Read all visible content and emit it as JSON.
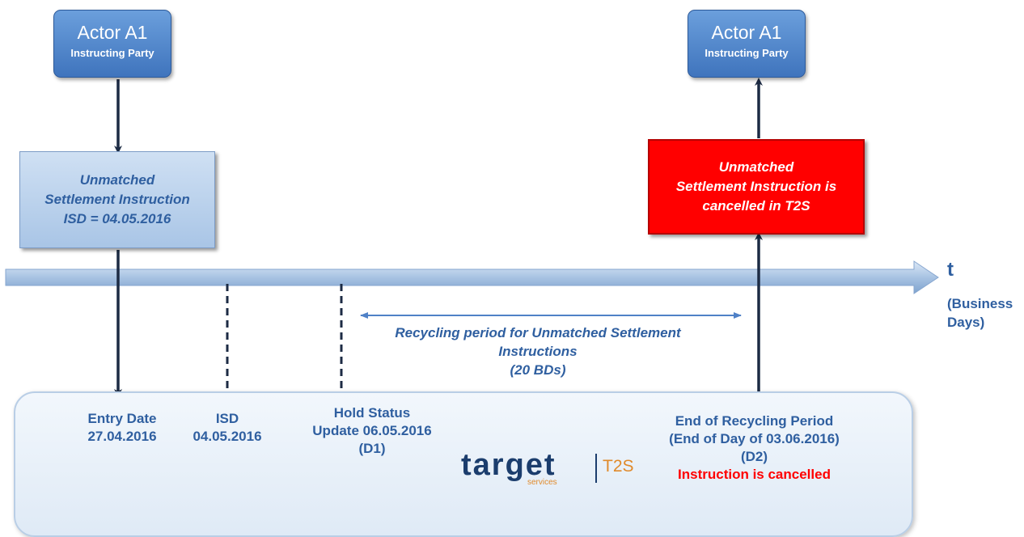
{
  "actor_left": {
    "name": "Actor A1",
    "role": "Instructing Party"
  },
  "actor_right": {
    "name": "Actor A1",
    "role": "Instructing Party"
  },
  "unmatched_box": {
    "lines": [
      "Unmatched",
      "Settlement Instruction",
      "ISD = 04.05.2016"
    ]
  },
  "cancelled_box": {
    "lines": [
      "Unmatched",
      "Settlement Instruction is",
      "cancelled in T2S"
    ]
  },
  "timeline": {
    "axis_label": "t",
    "unit_lines": [
      "(Business",
      "Days)"
    ]
  },
  "recycling": {
    "lines": [
      "Recycling period for Unmatched Settlement",
      "Instructions",
      "(20 BDs)"
    ]
  },
  "events": {
    "entry": [
      "Entry Date",
      "27.04.2016"
    ],
    "isd": [
      "ISD",
      "04.05.2016"
    ],
    "hold": [
      "Hold Status",
      "Update 06.05.2016",
      "(D1)"
    ],
    "end": [
      "End of Recycling Period",
      "(End of Day of 03.06.2016)",
      "(D2)"
    ],
    "end_note": "Instruction is cancelled"
  },
  "logo": {
    "word": "target",
    "sub": "services",
    "product": "T2S"
  },
  "colors": {
    "text_blue": "#2f5fa0",
    "actor_blue": "#4f81c7",
    "cancel_red": "#ff0000",
    "logo_navy": "#1b3d6d",
    "logo_orange": "#e08a2b"
  }
}
